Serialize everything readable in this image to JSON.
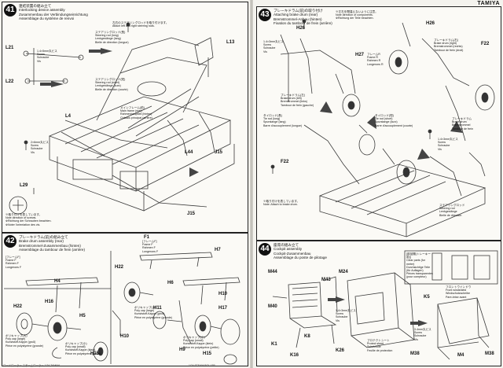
{
  "header": {
    "brand": "TAMIYA"
  },
  "steps": [
    {
      "number": "41",
      "title": "連結装置の組み立て\nInterlocking device assembly\nZusammenbau der Verbindungseinrichtung\nAssemblage du système de renvoi",
      "labels": [
        "L21",
        "L22",
        "L13",
        "L4",
        "L44",
        "J15",
        "L29",
        "J15"
      ],
      "notes": [
        "ステアリングロッド(長)\nSteering rod (long)\nLenkgestänge (lang)\nBielle de direction (longue)",
        "ステアリングロッド(短)\nSteering rod (short)\nLenkgestänge (kurz)\nBielle de direction (courte)",
        "左右のステアリングロッドを取り付けます。\nAttach left and right steering rods.",
        "1.4×5mm丸ビス\nScrew\nSchraube\nVis",
        "メインフレーム(前)\nMain frame (rear)\nRahmenhauptteil (hinten)\nChâssis principal (arrière)",
        "2×6mm丸ビス\nScrew\nSchraube\nVis",
        "※取り付けを表しています。\nNote direction of screws.\n※Richtung der Schrauben beachten.\n※Noter l'orientation des vis."
      ]
    },
    {
      "number": "42",
      "title": "ブレーキドラム(前)の組み立て\nBrake drum assembly (rear)\nBremstrommel-Zusammenbau (hinten)\nAssemblage du tambour de frein (arrière)",
      "labels": [
        "H22",
        "H4",
        "H16",
        "H5",
        "H22",
        "H11",
        "H10",
        "H15",
        "H10",
        "H17",
        "H9",
        "H15",
        "H6",
        "H7",
        "F1"
      ],
      "notes": [
        "[フレームF]\nFrame F\nRahmen F\nLongerons F",
        "[フレームF]\nFrame F\nRahmen F\nLongerons F",
        "ポリキャップ(大)\nPoly cap (large)\nKunststoff-Kappe (groß)\nPièce en polystyrène (grande)",
        "ポリキャップ(小)\nPoly cap (small)\nKunststoff-Kappe (klein)\nPièce en polystyrène (petite)",
        "ポリキャップ(大)\nPoly cap (large)\nKunststoff-Kappe (groß)\nPièce en polystyrène (grande)",
        "ポリキャップ(小)\nPoly cap (small)\nKunststoff-Kappe (klein)\nPièce en polystyrène (petite)"
      ]
    },
    {
      "number": "43",
      "title": "ブレーキドラム(前)の取り付け\nAttaching brake drum (rear)\nBremstrommel-Anbau (hinten)\nFixation du tambour de frein (arrière)",
      "labels": [
        "H26",
        "H26",
        "H27",
        "F22",
        "F22"
      ],
      "notes": [
        "※左右を間違えないように注意。\nNote direction of components.\n※Richtung der Teile beachten.",
        "1.4×3mm丸ビス\nScrew\nSchraube\nVis",
        "フレームR\nFrame R\nRahmen R\nLongerons R",
        "ブレーキドラム(右)\nBrake drum (right)\nBremstrommel (rechts)\nTambour de frein (droit)",
        "ブレーキドラム(左)\nBrake drum (left)\nBremstrommel (links)\nTambour de frein (gauche)",
        "ブレーキドラム\nBrake drum\nBremstrommel\nTambour de frein",
        "タイロッド(長)\nTie rod (long)\nSpurstange (lang)\nBarre d'accouplement (longue)",
        "タイロッド(短)\nTie rod (short)\nSpurstange (kurz)\nBarre d'accouplement (courte)",
        "1.4×3mm丸ビス\nScrew\nSchraube\nVis",
        "※取り付けを表しています。\nNote: Attach to brake drum.",
        "ステアリングロッド\nSteering rod\nLenkgestänge\nBielle de direction"
      ]
    },
    {
      "number": "44",
      "title": "座席の組み立て\nCockpit assembly\nCockpit-Zusammenbau\nAssemblage du poste de pilotage",
      "labels": [
        "M44",
        "M43",
        "M40",
        "K1",
        "K8",
        "K16",
        "M24",
        "K26",
        "K5",
        "M38",
        "M4",
        "M38"
      ],
      "notes": [
        "[部品棚(トレーキー用)]\nClear parts (for meter)\nDurchsichtige Teile (für Auflagen)\nPièces transparentes (pour compteur)",
        "プロテクトシート\nProtect sheet\nSchutzfolie\nFeuille de protection",
        "フロントウインドウ\nFront windshield\nWindschutzscheibe\nPare-brise avant",
        "1.4×3mm丸ビス\nScrew\nSchraube\nVis",
        "3.4mm丸ビス\nScrew\nSchraube\nVis"
      ]
    }
  ],
  "footer": {
    "left": "ロードローラー スチームローラー 1/24 TAMIYA",
    "right": "1/24 STEAM ROLLER"
  }
}
